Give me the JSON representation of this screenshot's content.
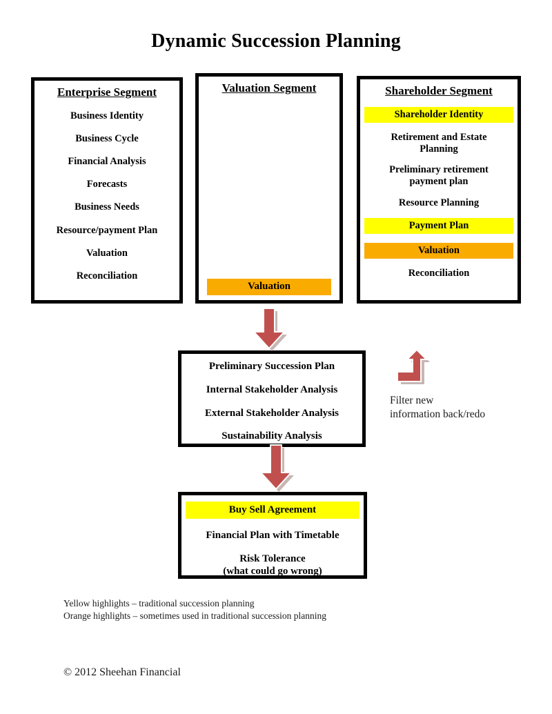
{
  "title": "Dynamic Succession Planning",
  "colors": {
    "highlight_yellow": "#FFFF00",
    "highlight_orange": "#F9AB00",
    "arrow_red": "#C0504D",
    "box_border": "#000000"
  },
  "segments": {
    "enterprise": {
      "header": "Enterprise Segment",
      "items": [
        {
          "label": "Business Identity"
        },
        {
          "label": "Business Cycle"
        },
        {
          "label": "Financial Analysis"
        },
        {
          "label": "Forecasts"
        },
        {
          "label": "Business Needs"
        },
        {
          "label": "Resource/payment Plan"
        },
        {
          "label": "Valuation"
        },
        {
          "label": "Reconciliation"
        }
      ]
    },
    "valuation": {
      "header": "Valuation Segment",
      "items": [
        {
          "label": "Valuation",
          "highlight": "orange"
        }
      ]
    },
    "shareholder": {
      "header": "Shareholder Segment",
      "items": [
        {
          "label": "Shareholder Identity",
          "highlight": "yellow"
        },
        {
          "label": "Retirement and Estate\nPlanning"
        },
        {
          "label": "Preliminary retirement\npayment plan"
        },
        {
          "label": "Resource Planning"
        },
        {
          "label": "Payment Plan",
          "highlight": "yellow"
        },
        {
          "label": "Valuation",
          "highlight": "orange"
        },
        {
          "label": "Reconciliation"
        }
      ]
    }
  },
  "plan_box": {
    "items": [
      {
        "label": "Preliminary Succession Plan"
      },
      {
        "label": "Internal Stakeholder Analysis"
      },
      {
        "label": "External Stakeholder Analysis"
      },
      {
        "label": "Sustainability Analysis"
      }
    ]
  },
  "agreement_box": {
    "items": [
      {
        "label": "Buy Sell Agreement",
        "highlight": "yellow"
      },
      {
        "label": "Financial Plan with Timetable"
      },
      {
        "label": "Risk Tolerance\n(what could go wrong)"
      }
    ]
  },
  "side_note": "Filter new\ninformation back/redo",
  "legend": {
    "line1": "Yellow highlights – traditional succession planning",
    "line2": "Orange highlights – sometimes used in traditional succession planning"
  },
  "copyright": "© 2012 Sheehan Financial"
}
